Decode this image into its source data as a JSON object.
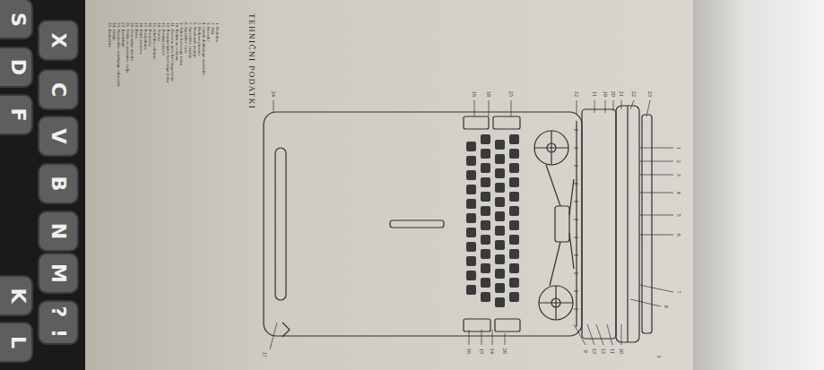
{
  "diagram": {
    "title": "TEHNIČNI PODATKI",
    "labels": [
      "1",
      "2",
      "3",
      "4",
      "5",
      "6",
      "7",
      "8",
      "10",
      "11",
      "12",
      "13",
      "9",
      "23",
      "22",
      "21",
      "20",
      "19",
      "11",
      "12",
      "25",
      "18",
      "16",
      "24",
      "26",
      "14",
      "15",
      "16",
      "17",
      "1. Rohnika",
      "2. Valj",
      "3. Ravnilo",
      "4. Gumb dodatnega naslonila",
      "5. Radirna ploskev",
      "6. Naslonilo papirja",
      "7. Sprostilec papirja",
      "8. Sprožilec voza",
      "9. Vilice barvnega traku",
      "10. Koluti na vretenu",
      "11. Zavorno pero barvnega traku",
      "12. Preusmerjalec barvnega traku",
      "13. Prednji pokrov",
      "14. Tračka",
      "15. Izločilec robnika",
      "16. Prestavka",
      "17. Preslednica",
      "18. Zatič prestave",
      "19. Roka",
      "20. Uravnalno merilo",
      "21. Vrtilo za sprostitev valja",
      "22. Razdelnik",
      "23. Naznanilec spodnjega robu pole",
      "24. Ohišje",
      "25. Rasločilec",
      "3",
      "S",
      "D",
      "F",
      "X",
      "C",
      "V",
      "B",
      "N",
      "M",
      "?",
      "!",
      "K",
      "L"
    ]
  }
}
